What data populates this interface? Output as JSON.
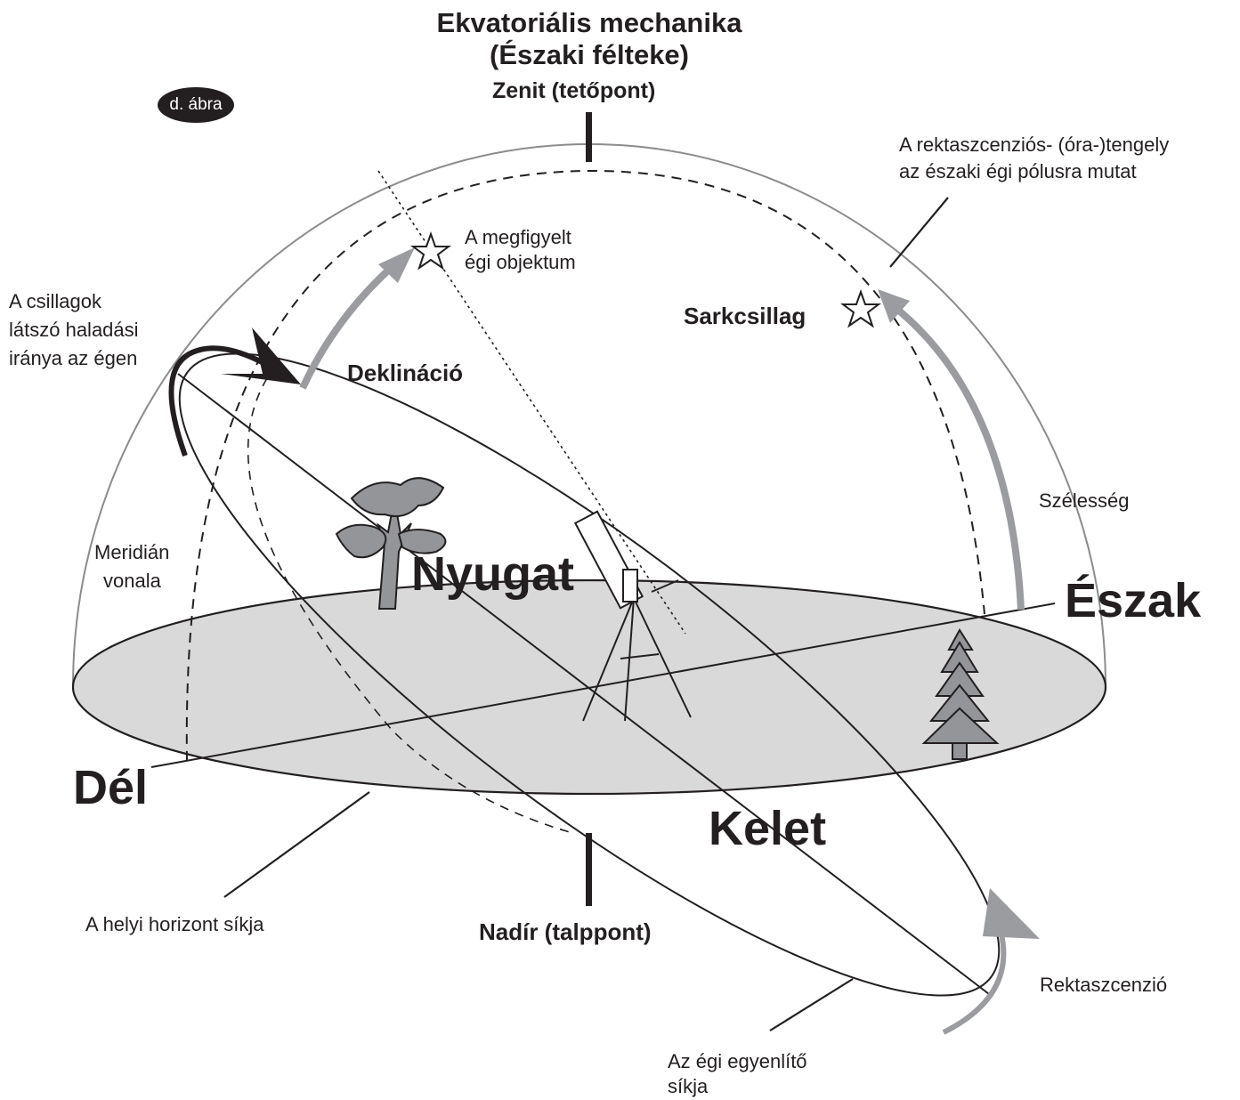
{
  "title": {
    "line1": "Ekvatoriális mechanika",
    "line2": "(Északi félteke)"
  },
  "badge": "d. ábra",
  "zenith": "Zenit (tetőpont)",
  "nadir": "Nadír (talppont)",
  "directions": {
    "north": "Észak",
    "south": "Dél",
    "east": "Kelet",
    "west": "Nyugat"
  },
  "labels": {
    "ra_axis_line1": "A rektaszcenziós- (óra-)tengely",
    "ra_axis_line2": "az északi égi pólusra mutat",
    "observed_line1": "A megfigyelt",
    "observed_line2": "égi objektum",
    "stars_motion_line1": "A csillagok",
    "stars_motion_line2": "látszó haladási",
    "stars_motion_line3": "iránya az égen",
    "polaris": "Sarkcsillag",
    "declination": "Deklináció",
    "latitude": "Szélesség",
    "meridian_line1": "Meridián",
    "meridian_line2": "vonala",
    "horizon_plane": "A helyi horizont síkja",
    "equator_plane_line1": "Az égi egyenlítő",
    "equator_plane_line2": "síkja",
    "right_ascension": "Rektaszcenzió"
  },
  "colors": {
    "ink": "#231f20",
    "horizon_fill": "#d9d9da",
    "arrow_gray": "#9a9c9f",
    "tree_gray": "#939598",
    "dome_outline": "#8a8c8e"
  },
  "icons": [
    "star-icon",
    "polaris-star-icon",
    "tree-icon",
    "pine-tree-icon",
    "telescope-icon"
  ]
}
